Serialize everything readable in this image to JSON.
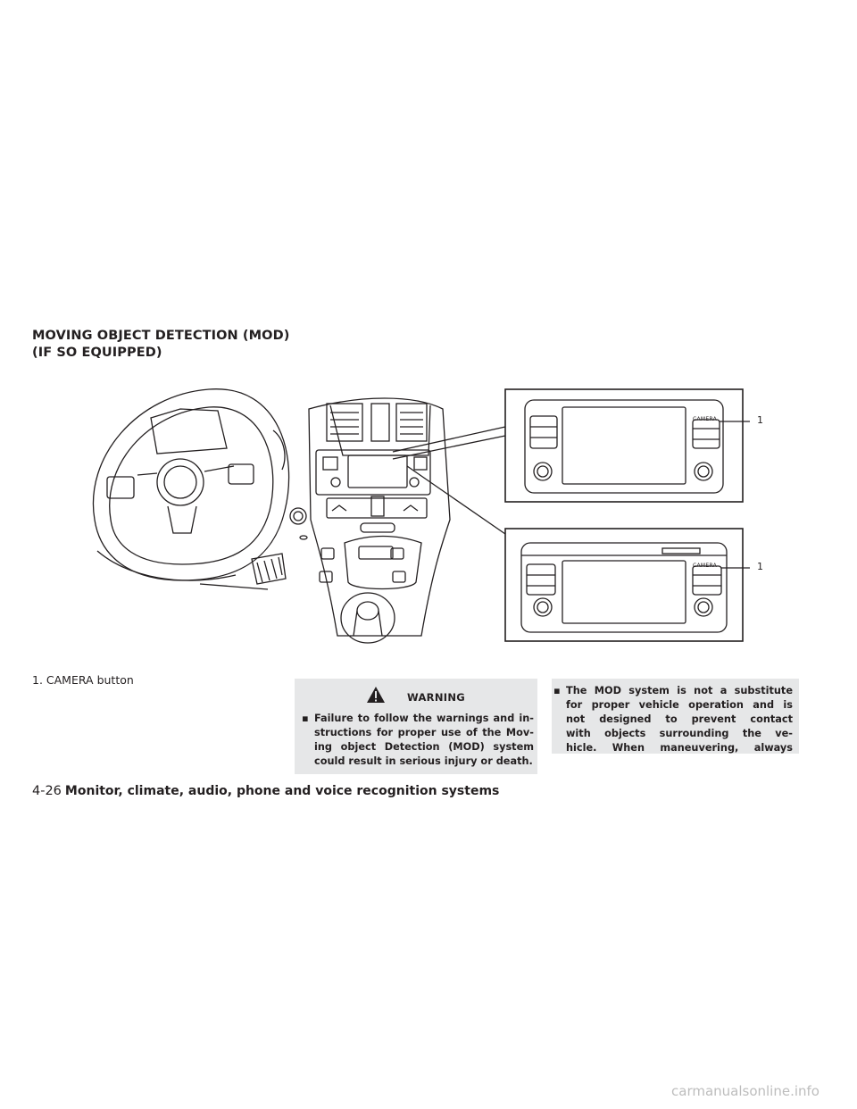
{
  "section_heading": {
    "line1": "MOVING OBJECT DETECTION (MOD)",
    "line2": "(IF SO EQUIPPED)"
  },
  "figure": {
    "callout_top": "1",
    "callout_bottom": "1",
    "button_label_top": "CAMERA",
    "button_label_bottom": "CAMERA"
  },
  "caption": "1.  CAMERA button",
  "warning": {
    "label": "WARNING",
    "icon": "warning-triangle-icon",
    "bullet_lines": [
      "Failure to follow the warnings and in-",
      "structions for proper use of the Mov-",
      "ing object Detection (MOD) system",
      "could result in serious injury or death."
    ]
  },
  "continued_bullet": {
    "lines": [
      "The MOD system is not a substitute",
      "for proper vehicle operation and is",
      "not designed to prevent contact",
      "with objects surrounding the ve-",
      "hicle. When maneuvering, always"
    ]
  },
  "footer": {
    "page_number": "4-26",
    "section_title": "Monitor, climate, audio, phone and voice recognition systems"
  },
  "watermark": "carmanualsonline.info",
  "colors": {
    "text": "#231f20",
    "panel": "#e6e7e8",
    "line": "#231f20"
  }
}
